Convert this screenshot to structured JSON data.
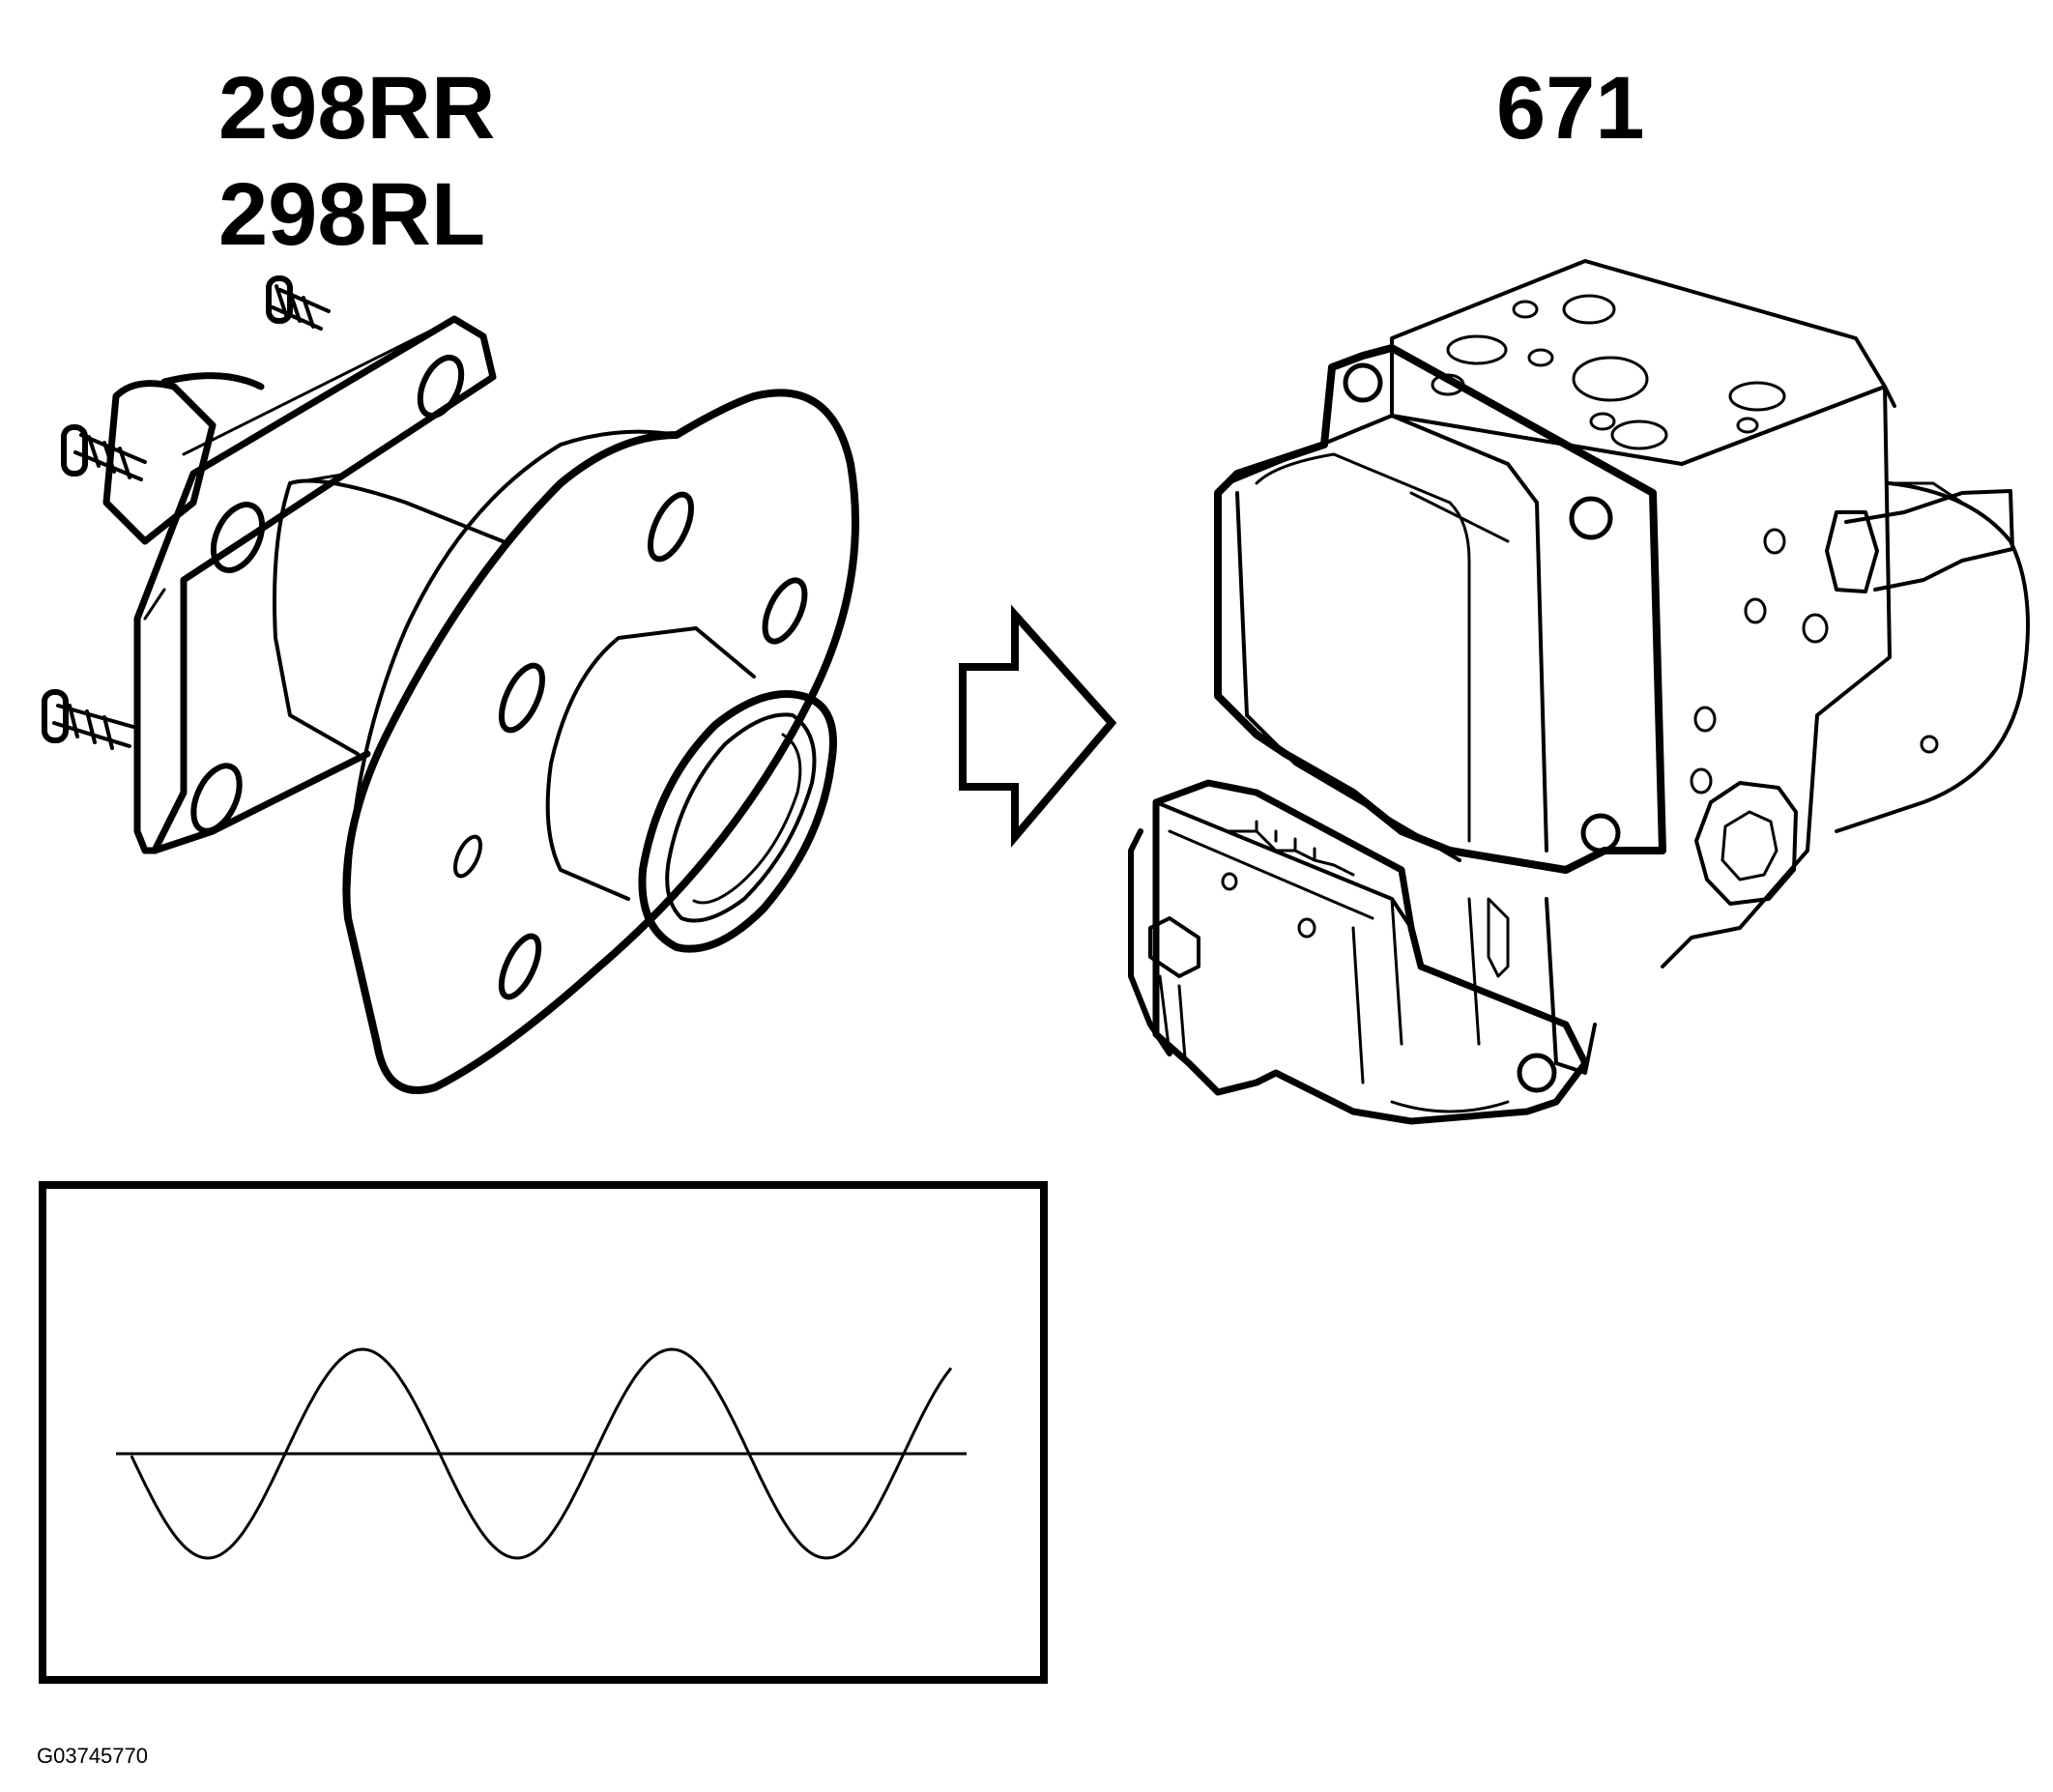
{
  "labels": {
    "sensor_rr": "298RR",
    "sensor_rl": "298RL",
    "abs_module": "671",
    "figure_id": "G03745770"
  },
  "colors": {
    "line": "#000000",
    "background": "#ffffff"
  },
  "icons": {
    "hub": "wheel-hub-bearing-icon",
    "arrow": "right-arrow-icon",
    "module": "abs-control-module-icon",
    "signal": "sine-wave-signal-icon"
  }
}
